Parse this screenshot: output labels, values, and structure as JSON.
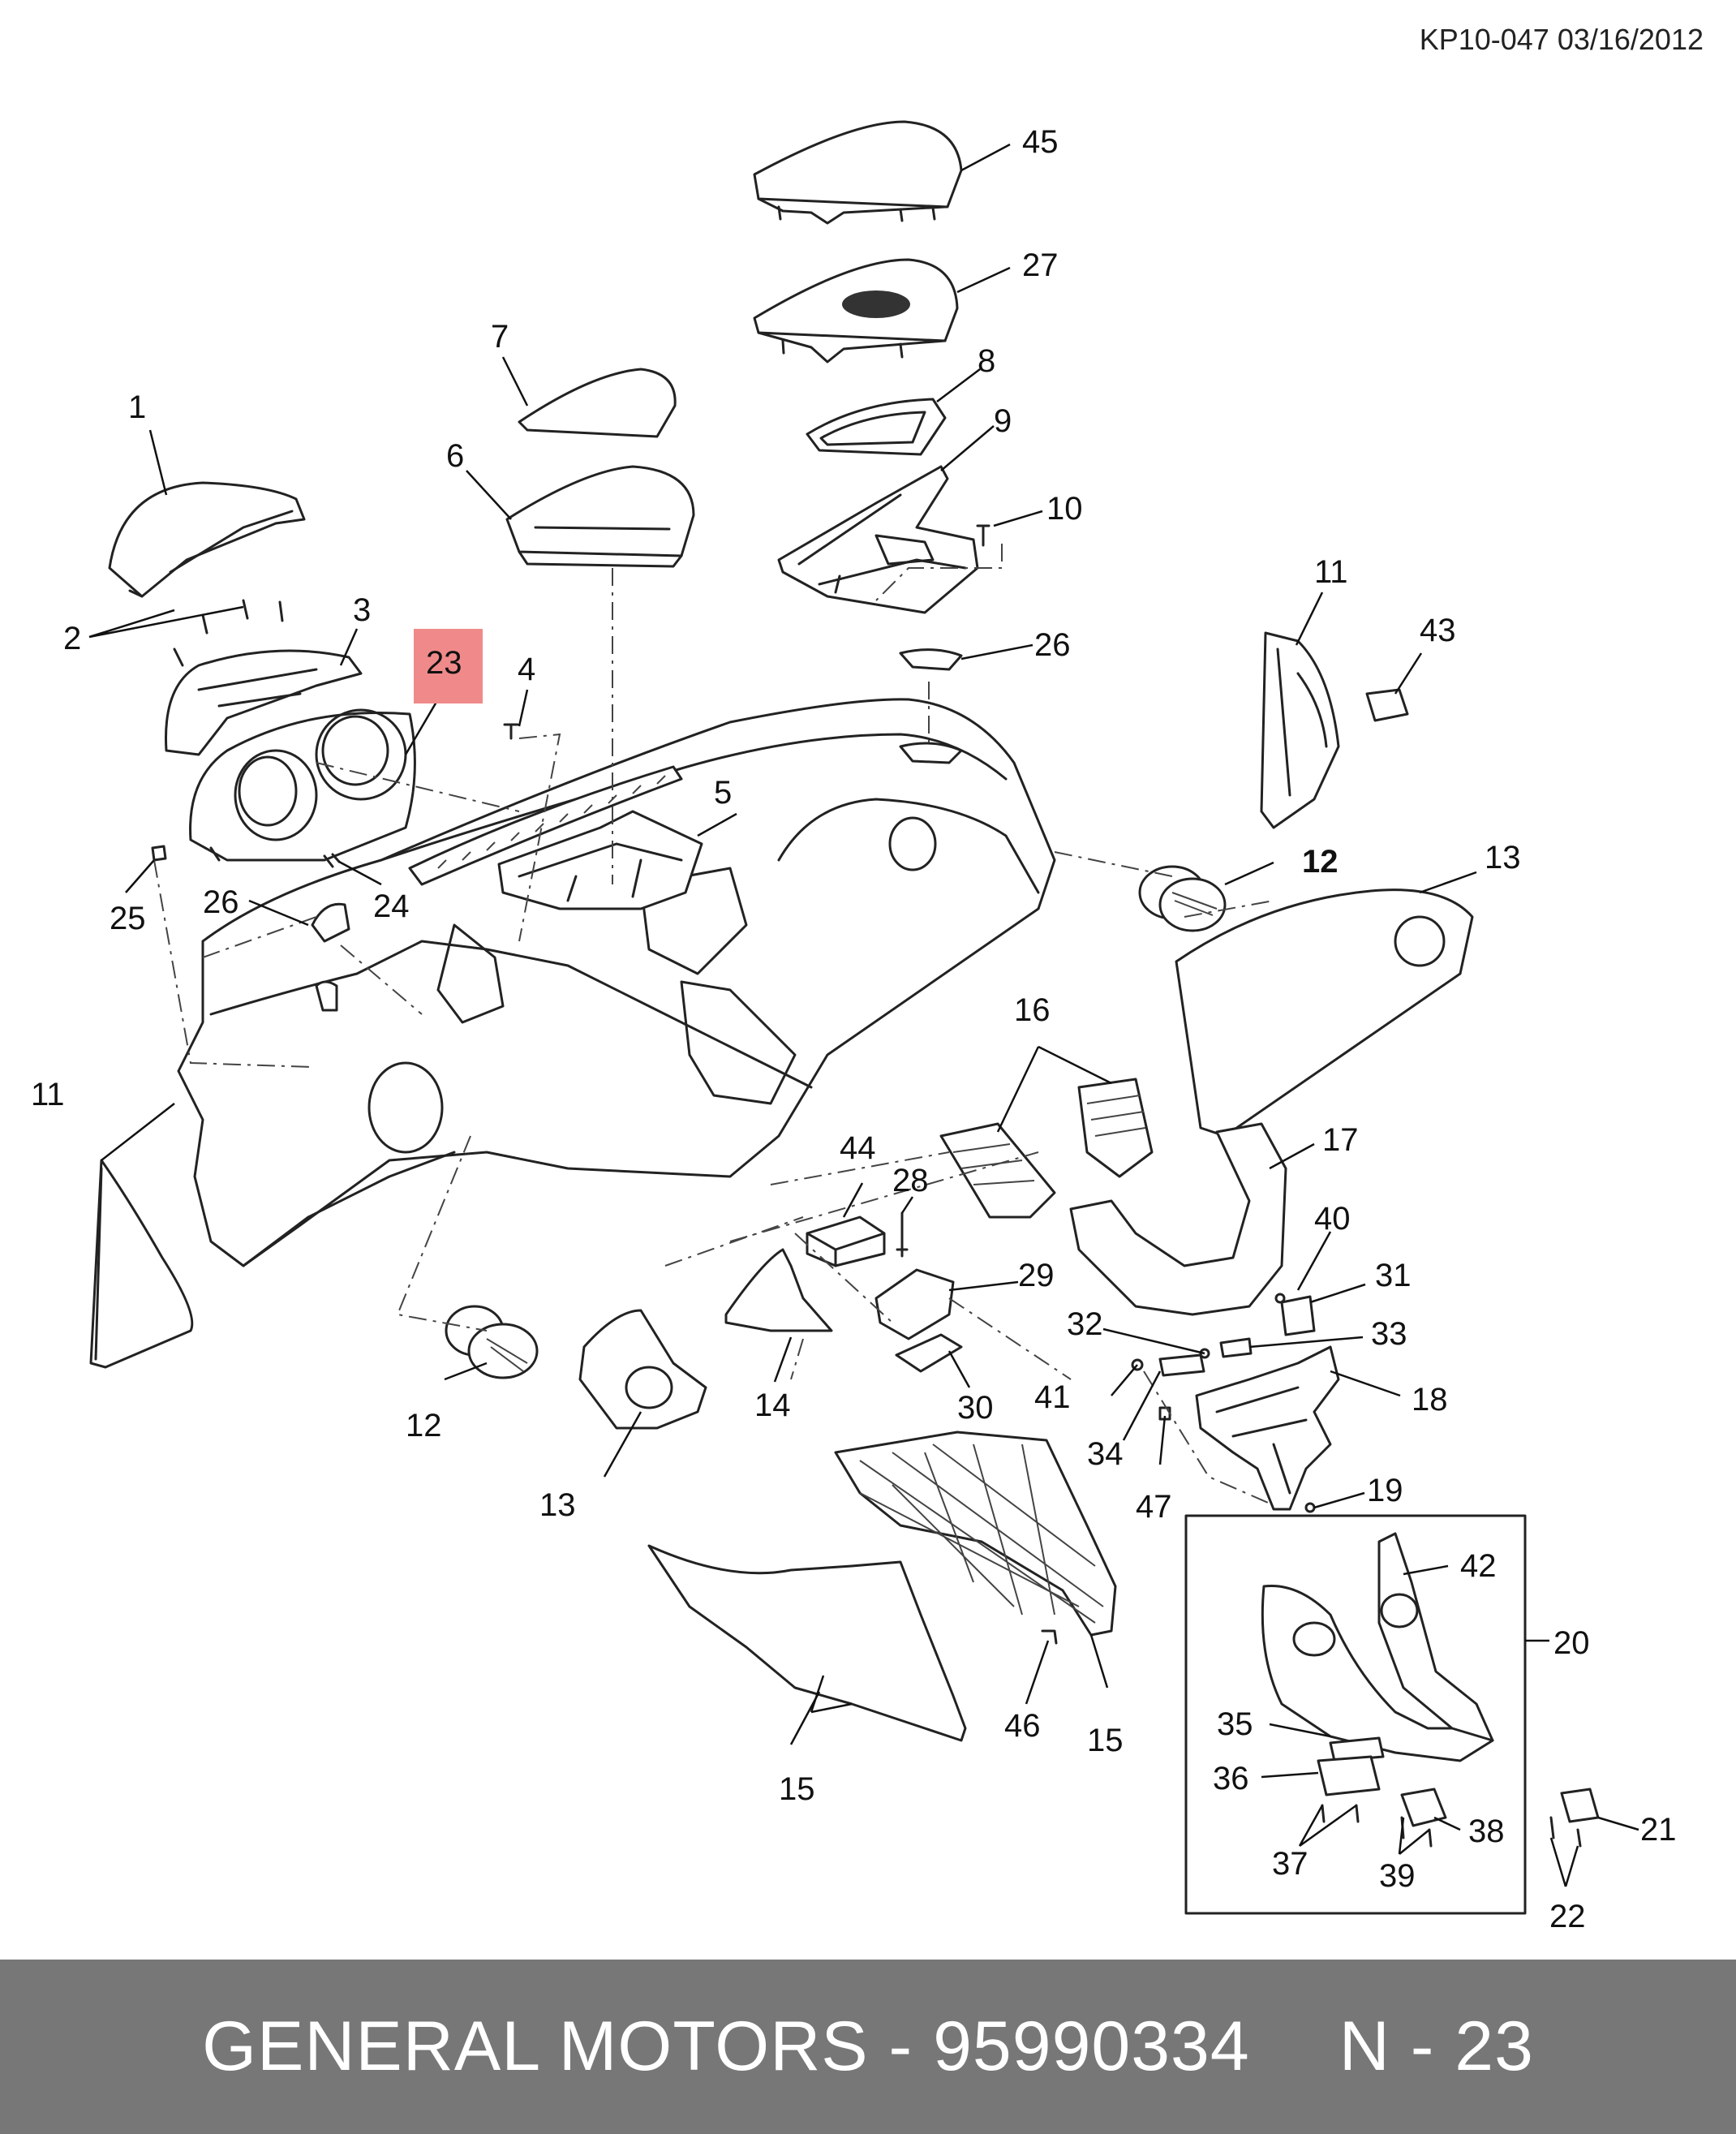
{
  "drawing_code": "KP10-047 03/16/2012",
  "highlighted_callout": "23",
  "highlight_color": "#f08a8a",
  "footer": {
    "title": "GENERAL MOTORS - 95990334",
    "reference": "N - 23",
    "background": "#777777"
  },
  "callouts": {
    "c1": "1",
    "c2": "2",
    "c3": "3",
    "c4": "4",
    "c5": "5",
    "c6": "6",
    "c7": "7",
    "c8": "8",
    "c9": "9",
    "c10": "10",
    "c11a": "11",
    "c11b": "11",
    "c12a": "12",
    "c12b": "12",
    "c13a": "13",
    "c13b": "13",
    "c14": "14",
    "c15a": "15",
    "c15b": "15",
    "c16": "16",
    "c17": "17",
    "c18": "18",
    "c19": "19",
    "c20": "20",
    "c21": "21",
    "c22": "22",
    "c23": "23",
    "c24": "24",
    "c25": "25",
    "c26a": "26",
    "c26b": "26",
    "c27": "27",
    "c28": "28",
    "c29": "29",
    "c30": "30",
    "c31": "31",
    "c32": "32",
    "c33": "33",
    "c34": "34",
    "c35": "35",
    "c36": "36",
    "c37": "37",
    "c38": "38",
    "c39": "39",
    "c40": "40",
    "c41": "41",
    "c42": "42",
    "c43": "43",
    "c44": "44",
    "c45": "45",
    "c46": "46",
    "c47": "47"
  }
}
